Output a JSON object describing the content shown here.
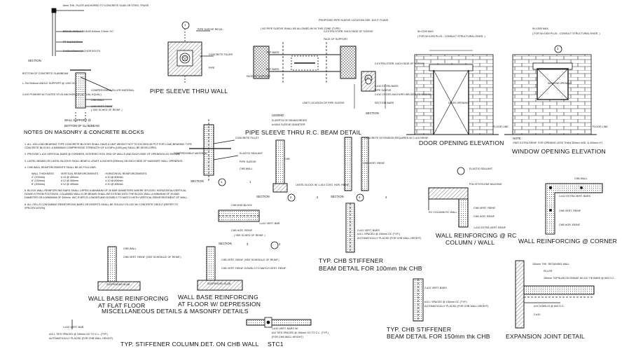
{
  "titles": {
    "section_top": "SECTION",
    "wall_support": "WALL SUPPORT @",
    "wall_support2": "BOTTOM OF SLAB/BEAM",
    "notes_heading": "NOTES ON MASONRY & CONCRETE BLOCKS",
    "pipe_sleeve_wall": "PIPE SLEEVE THRU WALL",
    "pipe_sleeve_beam": "PIPE SLEEVE THRU R.C. BEAM DETAIL",
    "section_right": "SECTION",
    "door_opening": "DOOR OPENING ELEVATION",
    "window_opening": "WINDOW OPENING ELEVATION",
    "wall_reinf_rc": "WALL REINFORCING @ RC",
    "wall_reinf_rc2": "COLUMN / WALL",
    "wall_reinf_corner": "WALL REINFORCING @ CORNER",
    "section1": "SECTION",
    "section2": "SECTION",
    "section3": "SECTION",
    "section4": "SECTION",
    "typ_chb_100": "TYP. CHB STIFFENER",
    "typ_chb_100b": "BEAM DETAIL FOR 100mm thk CHB",
    "typ_chb_150": "TYP. CHB STIFFENER",
    "typ_chb_150b": "BEAM DETAIL FOR 150mm thk CHB",
    "wall_base_flat": "WALL BASE REINFORCING",
    "wall_base_flat2": "AT FLAT FLOOR",
    "wall_base_dep": "WALL BASE REINFORCING",
    "wall_base_dep2": "AT FLOOR W/ DEPRESSION",
    "misc_details": "MISCELLANEOUS DETAILS & MASONRY DETAILS",
    "stiffener_column": "TYP. STIFFENER COLUMN DET. ON CHB WALL",
    "stc1": "STC1",
    "expansion_joint": "EXPANSION JOINT DETAIL",
    "note_label": "NOTE :",
    "legend_label": "LEGEND :"
  },
  "section_marks": {
    "s1": "1",
    "s2": "2",
    "s3": "3",
    "s4": "4",
    "d1": "1",
    "d2": "2",
    "d3": "3",
    "d4": "4",
    "p1": "1",
    "p2": "2",
    "p3": "3"
  },
  "notes": [
    "1. ALL 100-LOAD BEARING TYPE CONCRETE BLOCKS SHALL HAVE A UNIT WEIGHT NOT TO EXCEED 65 PCF FOR LOAD BEARING TYPE CONCRETE BLOCKS. A MINIMUM COMPRESSIVE STRENGTH OF 6.9 MPa (1000 psi) SHALL BE DEVELOPED.",
    "2. PROVIDE 1-#10 VERTICAL BARS @ CORNERS, INTERSECTION, END OF WALLS AND EACH SIDE OF OPENINGS AS SHOWN.",
    "3. LINTEL BEAMS OR LINTEL BLOCKS SHALL BEAR & LENGT & INCHES (200mm) ON EACH SIDE OF MASONRY WALL OPENINGS.",
    "4. CHB WALL REINFORCEMENTS SHALL BE AS FOLLOWS."
  ],
  "wall_table": {
    "headers": [
      "WALL THICKNESS",
      "VERTICAL REINFORCEMENTS",
      "HORIZONTAL REINFORCEMENTS"
    ],
    "rows": [
      [
        "4\" (100mm)",
        "# 10 @ 400mm",
        "# 10 @ 600mm"
      ],
      [
        "6\" (150mm)",
        "# 12 @ 400mm",
        "# 10 @ 600mm"
      ],
      [
        "8\" (200mm)",
        "# 12 @ 400mm",
        "# 10 @ 400mm"
      ]
    ]
  },
  "notes2": [
    "5. BLOCK WALL REINFORCING BARS SHALL LIPPED A MINIMUM OF 30 BAR DIAMETERS WHERE SPLICED. HORIZONTAL/VERTICAL DOWELS FROM FOOTINGS, COLUMNS/ WALLS OR BEAMS SHALL BE EXTEND INTO THE BLOCK WALL A MINIMUM OF 30 BAR DIAMETER OR A MINIMUM OF 400mm. W/C EVER IS LONGER AND DOWELS TO MATCH WITH VERTICAL REINFORCEMENT OF WALL.",
    "6. ALL CELLS CONTAINING REINFORCING BARS OR INSERTS SHALL BE SOLIDLY FILLED W/ CONCRETE GROUT (REFER TO SPECIFICATION)."
  ],
  "labels": {
    "plate": "6mm THK. PLATE ANCHORED TO CONCRETE SLAB OR STEEL TRUSS",
    "angle": "BRACE ANGLE 50.8x50.8x6mm 3.5mm OC",
    "rt": "RT 6x13x100mm",
    "anchor": "2-#10x100mm ANCHOR BOLTS",
    "bottom_slab": "BOTTOM OF CONCRETE SLAB/BEAM",
    "angle2": "L-75x75x6mm ANGLE SUPPORT @ 1200 OC",
    "filler": "COMPRESSIBLE FILLER MATERIAL",
    "stud": "2-#10 POWDER ACTUATED STUD ANCHOR (OR ACTUAL EQUAL)",
    "chb_wall": "CHB WALL",
    "chb_vert": "CHB VERT. REINF.",
    "see_sched": "( SEE SCHED OF REINF. )",
    "pipe_sleeve_req": "PIPE SLEEVE REQD.",
    "concrete_filler": "CONCRETE FILLER",
    "pipe": "PIPE",
    "proposed_pipe": "PROPOSED PIPE SLEEVE LOCATION SEE. M.E.P. PLANS",
    "no_pipe": "( NO PIPE SLEEVE SHALL BE ALLOWED W/ IN THIS ZONE (TYPE)",
    "extra_stirrup": "2-EXTRA STIRR. EACH SIDE OF SLEEVE",
    "face_support": "FACE OF SUPPORT",
    "top_bars": "TOP BARS",
    "bot_bars": "BOT BARS",
    "face_of_support": "FACE OF SUPPORT",
    "limit_location": "LIMIT LOCATION OF PIPE SLEEVE",
    "legend1": "D=DEPTH OF BEAM/GIRDER",
    "legend2": "d=MAX SLEEVE DIAMETER",
    "extra_stirr2": "2-EXTRA STIRR. EACH SIDE OF SLEEVE",
    "two_extra": "2-#10 EXTRA BARS",
    "two_sleeve": "2-#10 CROSS ANCHORS WELDED TO SLEEVE",
    "pipe_sleeve": "PIPE SLEEVE",
    "section_bars": "SECTION BARS",
    "extra_bars": "EXTRA BARS",
    "w_door": "W=1200 MAX.",
    "w_door2": "( FOR W>1200 PLUS - CONSULT STRUCTURAL ENGR. )",
    "w_window": "W=1500 MAX.",
    "w_window2": "( FOR W>1500 PLUS - CONSULT STRUCTURAL ENGR. )",
    "door_open": "DOOR OPENING",
    "window_open": "WINDOW OPENING",
    "floor_line": "FLOOR LINE",
    "floor_line2": "FLOOR LINE",
    "lintel_beam": "LINTEL BEAM W/ 4-#10 CONTINUOUS BOT. BARS",
    "lintel_beam2": "LINTEL BEAM W/ 4-#10 CONTINUOUS BOT. BARS",
    "additional": "1-#10 ADDITIONAL VERT. BARS",
    "additional2": "1-#10 EXTRA VERT. BARS",
    "note_text": "OMIT EXTRA REINF. FOR OPENING LESS THAN 300mm W/D. & 400mm HT.",
    "concrete_fillet": "CONCRETE FILLET",
    "compressible": "COMPRESSIBLE MATERIAL",
    "elastic_sealant": "ELASTIC SEALANT",
    "pipe_sleeve_sm": "PIPE SLEEVE",
    "chb_wall_sm": "CHB WALL",
    "chb": "CHB",
    "concrete_ext": "CONCRETE EXTENSION REQUIRED W/ 1-#10 REINF.",
    "chb_vert_reinf": "CHB VERT. REINF.",
    "lintel_block": "LINTEL BLOCK W/ 1-#10 CONT. HOR. REINF.",
    "elastic_sealant2": "ELASTIC SEALANT",
    "polyethylene": "POLYETHYLENE BACKING",
    "rc_col": "RC COLUMN/ RC WALL",
    "chb_vert_r": "CHB VERT. REINF.",
    "chb_hor_r": "CHB HOR. REINF.",
    "extra_vert": "1-#10 EXTRA VERT. REINF.",
    "chb_wall_corner": "CHB WALL",
    "extra_vert_bars": "2-#12 EXTRA VERT. BARS",
    "chb_vert_corner": "CHB VERT. REINF.",
    "chb_hor_corner": "CHB HOR. REINF.",
    "chb_end_block": "CHB END BLOCK",
    "vert_bar": "1-#10 VERT. BAR",
    "chb_hor": "CHB HOR. REINF.",
    "ties": "#10 L TIES SPACED @ 150mm OC TO C.L. (TYP.)",
    "auto_placed": "AUTOMATICALLY PLACED (FOR CHB WALL HEIGHT)",
    "two_vert": "2-#12 VERT. BARS",
    "ties150": "#10 L SPACED @ 150mm OC (TYP.)",
    "chb_wall_base": "CHB WALL",
    "chb_vert_base": "CHB VERT. REINF. (SEE SCHEDULE OF REINF.)",
    "chb_hor_dowels": "CHB VERT. REINF. DOWELS TO MATCH VERT. REINF.",
    "suspended_slab": "SUSPENDED SLAB",
    "suspended_slab2": "SUSPENDED SLAB",
    "vert_bar2": "1-#10 VERT. BAR",
    "ties_col": "#10 L TIES SPACED @ 150mm OC TO C.L. (TYP.)",
    "auto_col": "AUTOMATICALLY PLACED (FOR CHB WALL HEIGHT)",
    "vert_bars_stc": "1-#10 VERT. BARS W/",
    "ties_stc": "#10 TIES SPACED @ 150mm OC TO C.L. (TYP.)",
    "auto_stc": "(FOR CHB WALL HEIGHT)",
    "ret_wall": "150mm THK. RETAINING WALL",
    "filler_exp": "FILLER",
    "topping": "150mm TOPSLAB ON GRADE W/ #10 TIE BARS @ 600 O.C.",
    "dowel": "#10 DOWELS @ 600 O.C.",
    "two_10": "2-#10"
  }
}
